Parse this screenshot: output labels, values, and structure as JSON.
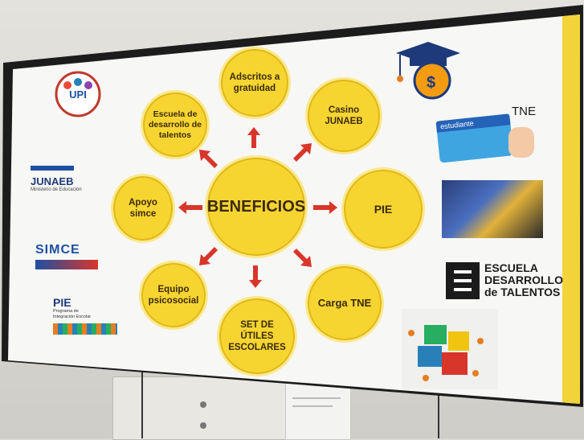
{
  "center_label": "BENEFICIOS",
  "benefits": [
    {
      "label": "Adscritos a gratuidad"
    },
    {
      "label": "Casino JUNAEB"
    },
    {
      "label": "PIE"
    },
    {
      "label": "Carga TNE"
    },
    {
      "label": "SET DE ÚTILES ESCOLARES"
    },
    {
      "label": "Equipo psicosocial"
    },
    {
      "label": "Apoyo simce"
    },
    {
      "label": "Escuela de desarrollo de talentos"
    }
  ],
  "logos": {
    "upi": "UPI",
    "junaeb": "JUNAEB",
    "junaeb_sub": "Ministerio de Educación",
    "simce": "SIMCE",
    "pie": "PIE",
    "pie_sub": "Programa de Integración Escolar",
    "tne": "TNE",
    "tne_card": "estudiante",
    "escuela_line1": "ESCUELA",
    "escuela_line2": "DESARROLLO",
    "escuela_line3": "de TALENTOS",
    "coin": "$"
  },
  "colors": {
    "circle_yellow": "#f6d531",
    "arrow_red": "#d8362b",
    "accent_blue": "#1e4fa3"
  }
}
